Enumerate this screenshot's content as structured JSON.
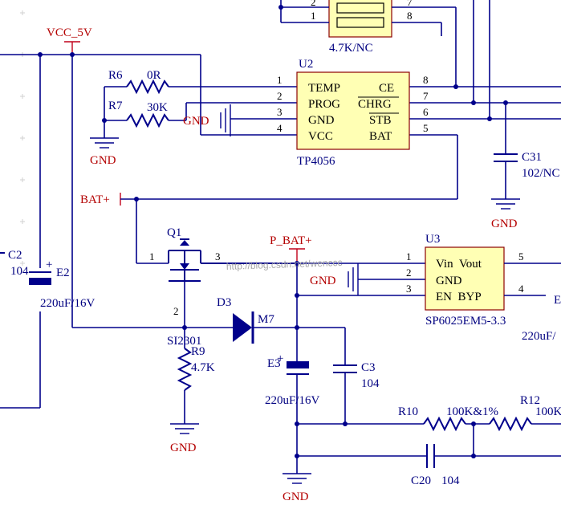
{
  "nets": {
    "vcc": "VCC_5V",
    "bat": "BAT+",
    "pbat": "P_BAT+",
    "gnd": "GND",
    "m7": "M7"
  },
  "parts": {
    "r6": {
      "ref": "R6",
      "value": "0R"
    },
    "r7": {
      "ref": "R7",
      "value": "30K"
    },
    "r9": {
      "ref": "R9",
      "value": "4.7K"
    },
    "r10": {
      "ref": "R10",
      "value": "100K&1%"
    },
    "r12": {
      "ref": "R12",
      "value": "100K"
    },
    "top_part": {
      "value": "4.7K/NC",
      "pin_left_1": "2",
      "pin_left_2": "1",
      "pin_right_1": "7",
      "pin_right_2": "8"
    },
    "u2": {
      "ref": "U2",
      "part": "TP4056",
      "pins_left": [
        {
          "num": "1",
          "name": "TEMP"
        },
        {
          "num": "2",
          "name": "PROG"
        },
        {
          "num": "3",
          "name": "GND"
        },
        {
          "num": "4",
          "name": "VCC"
        }
      ],
      "pins_right": [
        {
          "num": "8",
          "name": "CE"
        },
        {
          "num": "7",
          "name": "CHRG"
        },
        {
          "num": "6",
          "name": "STB"
        },
        {
          "num": "5",
          "name": "BAT"
        }
      ]
    },
    "u3": {
      "ref": "U3",
      "part": "SP6025EM5-3.3",
      "line1": "Vin  Vout",
      "line2": "GND",
      "line3": "EN  BYP",
      "pins_left": [
        "1",
        "2",
        "3"
      ],
      "pins_right": [
        "5",
        "4"
      ]
    },
    "q1": {
      "ref": "Q1",
      "part": "SI2301",
      "pin1": "1",
      "pin2": "2",
      "pin3": "3"
    },
    "d3": {
      "ref": "D3"
    },
    "c2": {
      "ref": "C2",
      "value": "104"
    },
    "e2": {
      "ref": "E2",
      "value": "220uF/16V"
    },
    "e3": {
      "ref": "E3",
      "value": "220uF/16V"
    },
    "c3": {
      "ref": "C3",
      "value": "104"
    },
    "c31": {
      "ref": "C31",
      "value": "102/NC"
    },
    "c20": {
      "ref": "C20",
      "value": "104"
    },
    "right_value": "220uF/",
    "right_cut": "E"
  },
  "watermark": "http://blog.csdn.net/wenccc"
}
